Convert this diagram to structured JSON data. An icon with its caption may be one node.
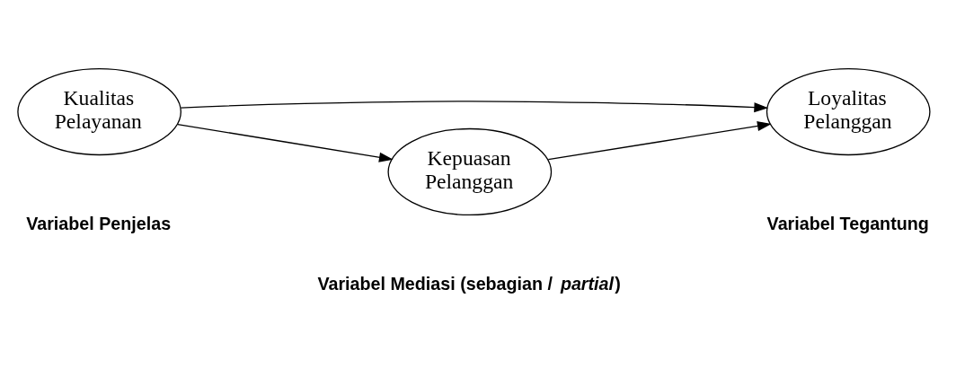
{
  "diagram": {
    "nodes": [
      {
        "text": [
          "Kualitas Pelayanan"
        ]
      },
      {
        "text": [
          "Loyalitas Pelanggan"
        ]
      },
      {
        "text": [
          "Kepuasan Pelanggan"
        ]
      }
    ],
    "edges": [
      {
        "from": 0,
        "to": 1,
        "arrow": "to"
      },
      {
        "from": 0,
        "to": 2,
        "arrow": "to"
      },
      {
        "from": 2,
        "to": 1,
        "arrow": "to"
      }
    ],
    "labels": [
      "Variabel Penjelas",
      "Variabel Mediasi (sebagian / *partial*)",
      "Variabel Tegantung"
    ]
  }
}
